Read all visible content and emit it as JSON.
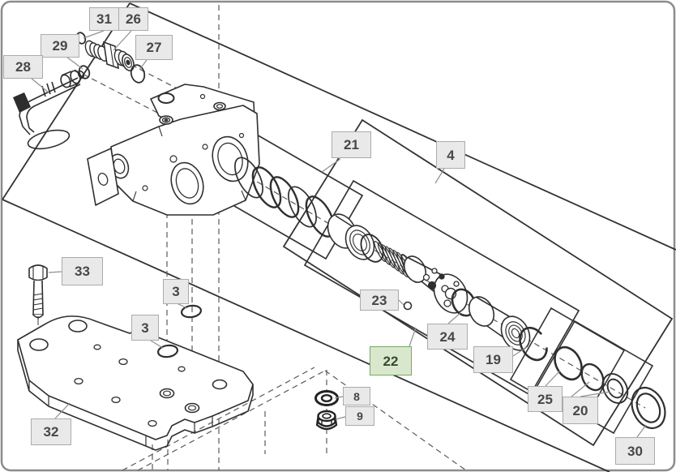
{
  "diagram": {
    "kind": "exploded-parts-diagram",
    "highlighted_callout": "22",
    "colors": {
      "background": "#ffffff",
      "line": "#2f2f2f",
      "frame": "#8c8c8c",
      "leader": "#8f8f8f",
      "dashed": "#5a5a5a",
      "callout_bg": "#e9e9e9",
      "callout_border": "#ababab",
      "callout_text": "#474747",
      "highlight_bg": "#d9e8cd",
      "highlight_border": "#79a763",
      "highlight_text": "#364a2e"
    },
    "callouts": [
      {
        "id": "31",
        "text": "31",
        "highlighted": false
      },
      {
        "id": "26",
        "text": "26",
        "highlighted": false
      },
      {
        "id": "27",
        "text": "27",
        "highlighted": false
      },
      {
        "id": "29",
        "text": "29",
        "highlighted": false
      },
      {
        "id": "28",
        "text": "28",
        "highlighted": false
      },
      {
        "id": "21",
        "text": "21",
        "highlighted": false
      },
      {
        "id": "4",
        "text": "4",
        "highlighted": false
      },
      {
        "id": "23",
        "text": "23",
        "highlighted": false
      },
      {
        "id": "24",
        "text": "24",
        "highlighted": false
      },
      {
        "id": "22",
        "text": "22",
        "highlighted": true
      },
      {
        "id": "19",
        "text": "19",
        "highlighted": false
      },
      {
        "id": "25",
        "text": "25",
        "highlighted": false
      },
      {
        "id": "20",
        "text": "20",
        "highlighted": false
      },
      {
        "id": "30",
        "text": "30",
        "highlighted": false
      },
      {
        "id": "33",
        "text": "33",
        "highlighted": false
      },
      {
        "id": "3a",
        "text": "3",
        "highlighted": false
      },
      {
        "id": "3b",
        "text": "3",
        "highlighted": false
      },
      {
        "id": "32",
        "text": "32",
        "highlighted": false
      },
      {
        "id": "8",
        "text": "8",
        "highlighted": false
      },
      {
        "id": "9",
        "text": "9",
        "highlighted": false
      }
    ]
  }
}
